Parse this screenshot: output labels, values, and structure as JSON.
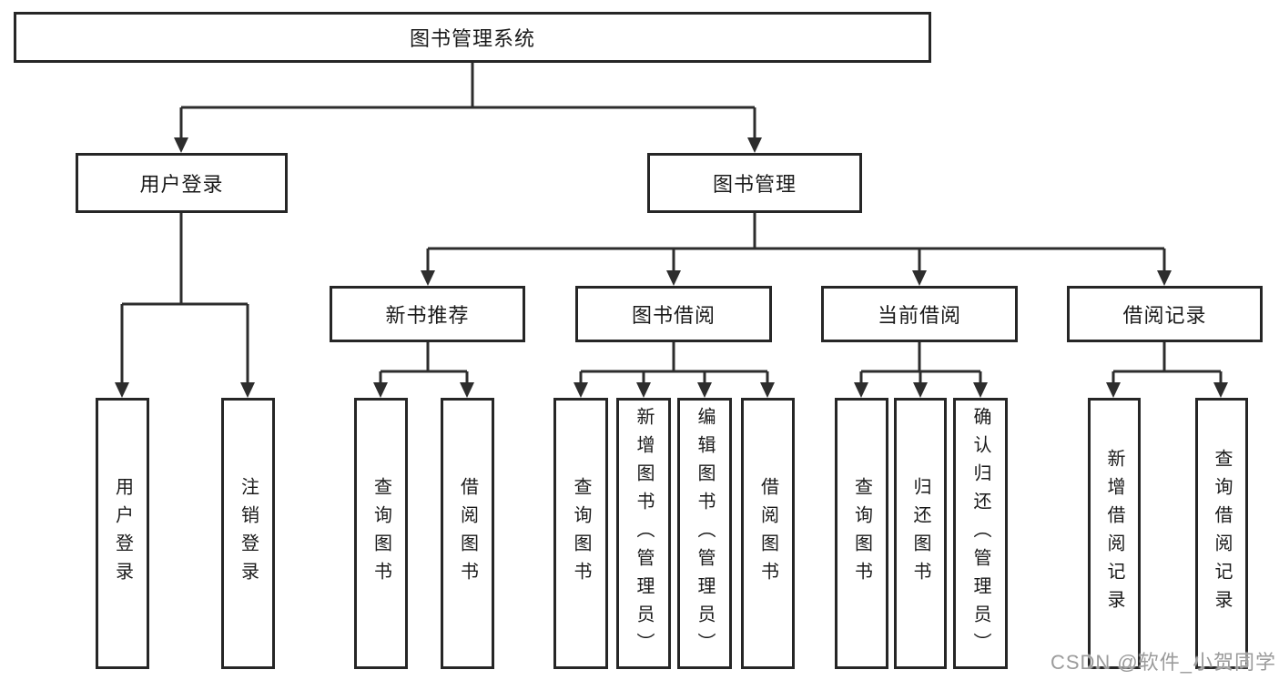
{
  "nodes": {
    "root": {
      "label": "图书管理系统"
    },
    "user_login": {
      "label": "用户登录"
    },
    "book_mgmt": {
      "label": "图书管理"
    },
    "new_books": {
      "label": "新书推荐"
    },
    "book_borrow": {
      "label": "图书借阅"
    },
    "current_borrow": {
      "label": "当前借阅"
    },
    "borrow_records": {
      "label": "借阅记录"
    },
    "leaf_user_login": {
      "label": "用户登录"
    },
    "leaf_logout": {
      "label": "注销登录"
    },
    "leaf_nb_query": {
      "label": "查询图书"
    },
    "leaf_nb_borrow": {
      "label": "借阅图书"
    },
    "leaf_bb_query": {
      "label": "查询图书"
    },
    "leaf_bb_add": {
      "label": "新增图书（管理员）"
    },
    "leaf_bb_edit": {
      "label": "编辑图书（管理员）"
    },
    "leaf_bb_borrow": {
      "label": "借阅图书"
    },
    "leaf_cb_query": {
      "label": "查询图书"
    },
    "leaf_cb_return": {
      "label": "归还图书"
    },
    "leaf_cb_confirm": {
      "label": "确认归还（管理员）"
    },
    "leaf_br_add": {
      "label": "新增借阅记录"
    },
    "leaf_br_query": {
      "label": "查询借阅记录"
    }
  },
  "watermark": "CSDN @软件_小贺同学",
  "colors": {
    "line": "#2d2d2d",
    "box_border": "#262626",
    "background": "#ffffff",
    "text": "#1a1a1a",
    "watermark": "#9b9b9b"
  }
}
